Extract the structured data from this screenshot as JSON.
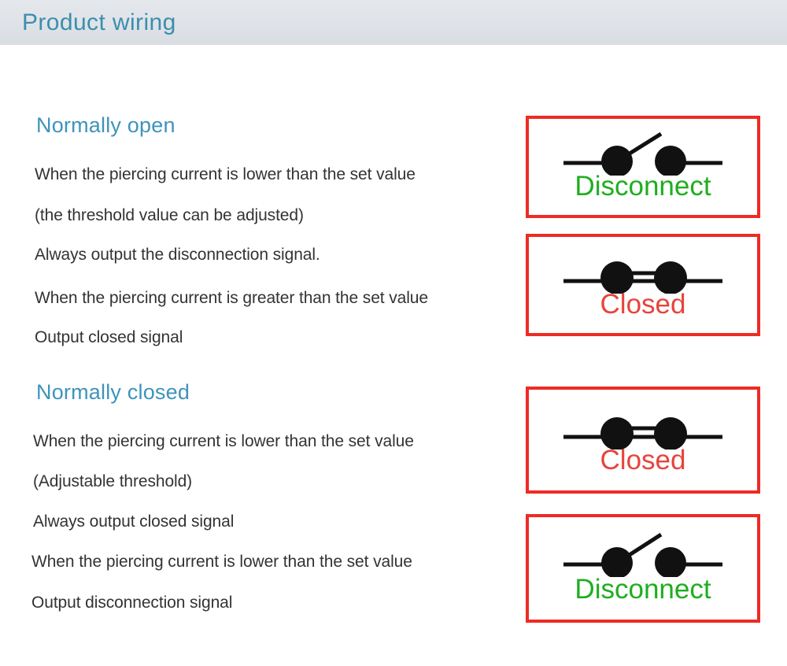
{
  "header": {
    "title": "Product wiring",
    "background_color": "#e1e5ea",
    "title_color": "#3c8ead"
  },
  "colors": {
    "heading_blue": "#3f93bb",
    "body_text": "#333333",
    "box_border_red": "#ee2b24",
    "label_green": "#1fae1f",
    "label_red": "#e7443c",
    "switch_black": "#111111"
  },
  "sections": [
    {
      "id": "normally-open",
      "heading": "Normally open",
      "lines": [
        "When the piercing current is lower than the set value",
        "(the threshold value can be adjusted)",
        "Always output the disconnection signal.",
        "When the piercing current is greater than the set value",
        "Output closed signal"
      ]
    },
    {
      "id": "normally-closed",
      "heading": "Normally closed",
      "lines": [
        "When the piercing current is lower than the set value",
        "(Adjustable threshold)",
        "Always output closed signal",
        "When the piercing current is lower than the set value",
        "Output disconnection signal"
      ]
    }
  ],
  "diagrams": [
    {
      "id": "open-low-current",
      "label": "Disconnect",
      "label_color": "#1fae1f",
      "switch_state": "open",
      "belongs_to": "normally-open"
    },
    {
      "id": "open-high-current",
      "label": "Closed",
      "label_color": "#e7443c",
      "switch_state": "closed",
      "belongs_to": "normally-open"
    },
    {
      "id": "closed-low-current",
      "label": "Closed",
      "label_color": "#e7443c",
      "switch_state": "closed",
      "belongs_to": "normally-closed"
    },
    {
      "id": "closed-high-current",
      "label": "Disconnect",
      "label_color": "#1fae1f",
      "switch_state": "open",
      "belongs_to": "normally-closed"
    }
  ]
}
